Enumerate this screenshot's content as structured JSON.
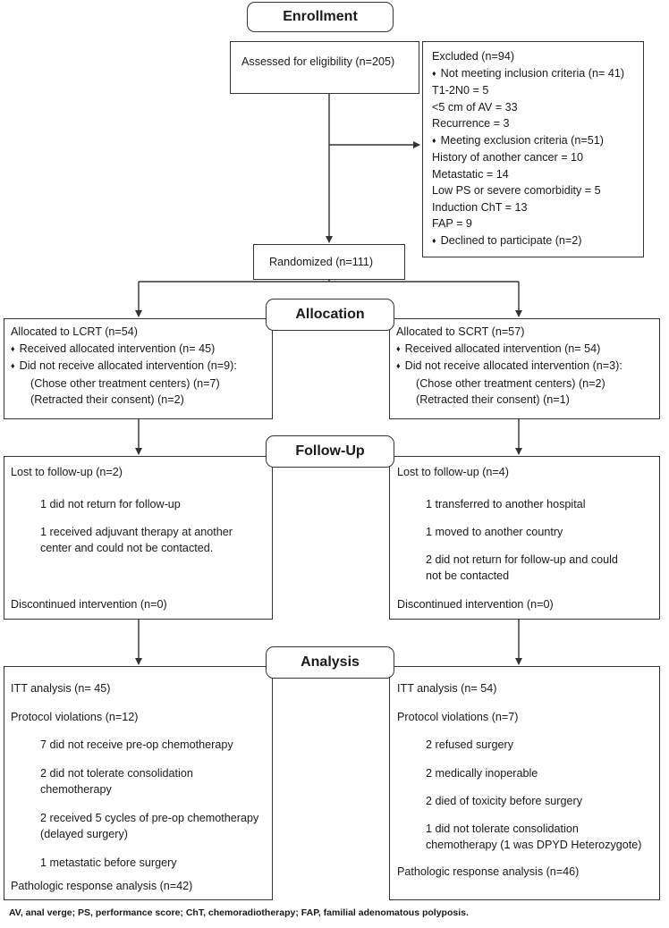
{
  "headers": {
    "enrollment": "Enrollment",
    "allocation": "Allocation",
    "follow_up": "Follow-Up",
    "analysis": "Analysis"
  },
  "assessed": "Assessed for eligibility (n=205)",
  "excluded": {
    "title": "Excluded (n=94)",
    "lines": [
      {
        "text": "Not meeting inclusion criteria (n= 41)",
        "bullet": true
      },
      {
        "text": "T1-2N0 = 5",
        "bullet": false
      },
      {
        "text": "<5 cm of AV = 33",
        "bullet": false
      },
      {
        "text": "Recurrence = 3",
        "bullet": false
      },
      {
        "text": "Meeting exclusion criteria (n=51)",
        "bullet": true
      },
      {
        "text": "History of another cancer = 10",
        "bullet": false
      },
      {
        "text": "Metastatic = 14",
        "bullet": false
      },
      {
        "text": "Low PS or severe comorbidity = 5",
        "bullet": false
      },
      {
        "text": "Induction ChT = 13",
        "bullet": false
      },
      {
        "text": "FAP = 9",
        "bullet": false
      },
      {
        "text": "Declined to participate (n=2)",
        "bullet": true
      }
    ]
  },
  "randomized": "Randomized (n=111)",
  "allocation_left": {
    "title": "Allocated to LCRT (n=54)",
    "received": "Received allocated intervention (n= 45)",
    "not_received": "Did not receive allocated intervention (n=9):",
    "reason1": "(Chose other treatment centers) (n=7)",
    "reason2": "(Retracted their consent) (n=2)"
  },
  "allocation_right": {
    "title": "Allocated to SCRT (n=57)",
    "received": "Received allocated intervention (n= 54)",
    "not_received": "Did not receive allocated intervention (n=3):",
    "reason1": "(Chose other treatment centers) (n=2)",
    "reason2": "(Retracted their consent) (n=1)"
  },
  "followup_left": {
    "lost": "Lost to follow-up (n=2)",
    "item1": "1 did not return for follow-up",
    "item2a": "1 received adjuvant therapy at another",
    "item2b": "center and could not be contacted.",
    "discontinued": "Discontinued intervention (n=0)"
  },
  "followup_right": {
    "lost": "Lost to follow-up (n=4)",
    "item1": "1 transferred to another hospital",
    "item2": "1 moved to another country",
    "item3a": "2 did not return for follow-up and could",
    "item3b": "not be contacted",
    "discontinued": "Discontinued intervention (n=0)"
  },
  "analysis_left": {
    "itt": "ITT analysis (n= 45)",
    "violations": "Protocol violations (n=12)",
    "v1": "7 did not receive pre-op chemotherapy",
    "v2a": "2 did not tolerate consolidation",
    "v2b": "chemotherapy",
    "v3a": "2 received 5 cycles of pre-op chemotherapy",
    "v3b": "(delayed surgery)",
    "v4": "1 metastatic before surgery",
    "pathologic": "Pathologic response analysis (n=42)"
  },
  "analysis_right": {
    "itt": "ITT analysis (n= 54)",
    "violations": "Protocol violations (n=7)",
    "v1": "2 refused surgery",
    "v2": "2 medically inoperable",
    "v3": "2 died of toxicity before surgery",
    "v4a": "1 did not tolerate consolidation",
    "v4b": "chemotherapy (1 was DPYD Heterozygote)",
    "pathologic": "Pathologic response analysis (n=46)"
  },
  "footnote": "AV, anal verge; PS, performance score; ChT, chemoradiotherapy; FAP, familial adenomatous polyposis."
}
